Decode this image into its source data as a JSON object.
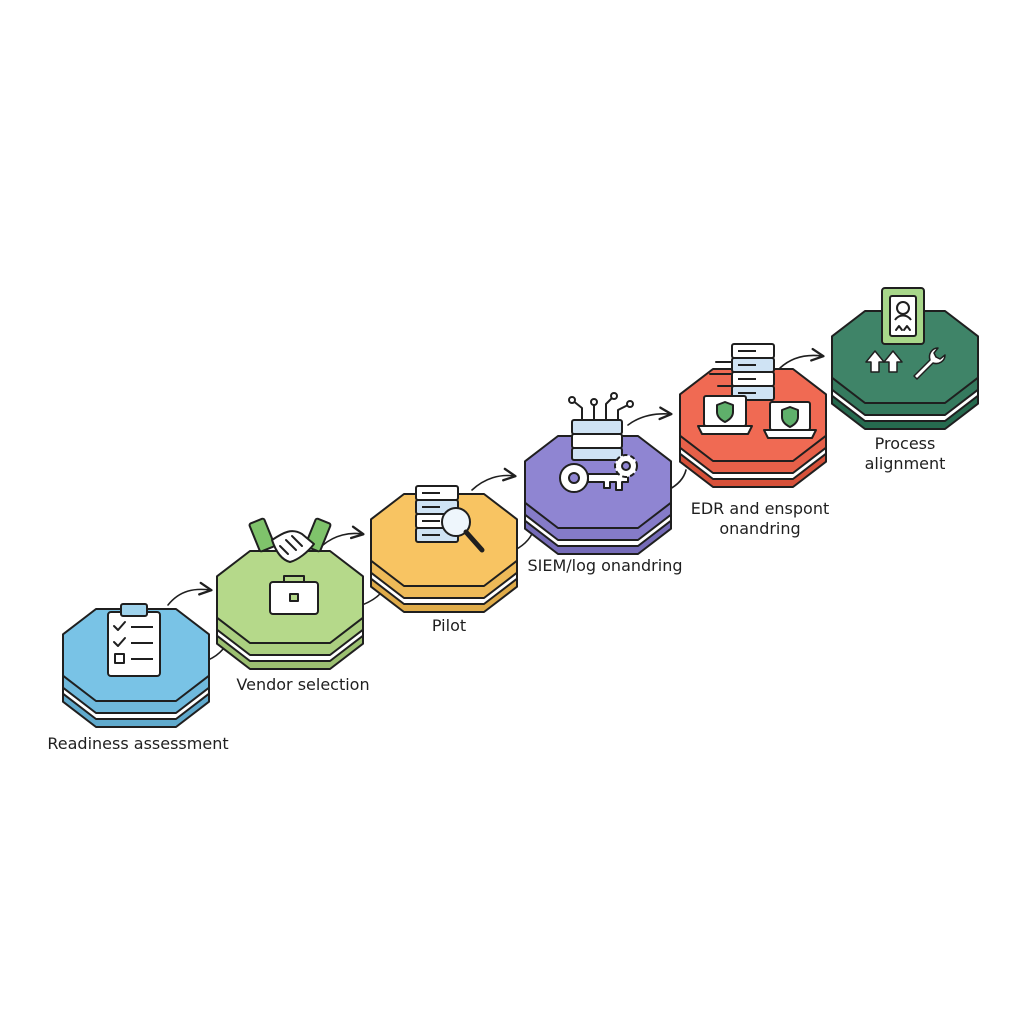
{
  "steps": [
    {
      "label": [
        "Readiness assessment"
      ],
      "color": "#79c3e6",
      "icon": "clipboard-checklist-icon"
    },
    {
      "label": [
        "Vendor selection"
      ],
      "color": "#b5d98a",
      "icon": "briefcase-icon"
    },
    {
      "label": [
        "Pilot"
      ],
      "color": "#f8c462",
      "icon": "server-magnifier-icon"
    },
    {
      "label": [
        "SIEM/log onandring"
      ],
      "color": "#8f85d2",
      "icon": "key-gear-icon"
    },
    {
      "label": [
        "EDR and enspont",
        "onandring"
      ],
      "color": "#f06a53",
      "icon": "laptop-shield-icon"
    },
    {
      "label": [
        "Process",
        "alignment"
      ],
      "color": "#3f8468",
      "icon": "arrows-wrench-icon"
    }
  ],
  "stroke_color": "#1f1f1f"
}
